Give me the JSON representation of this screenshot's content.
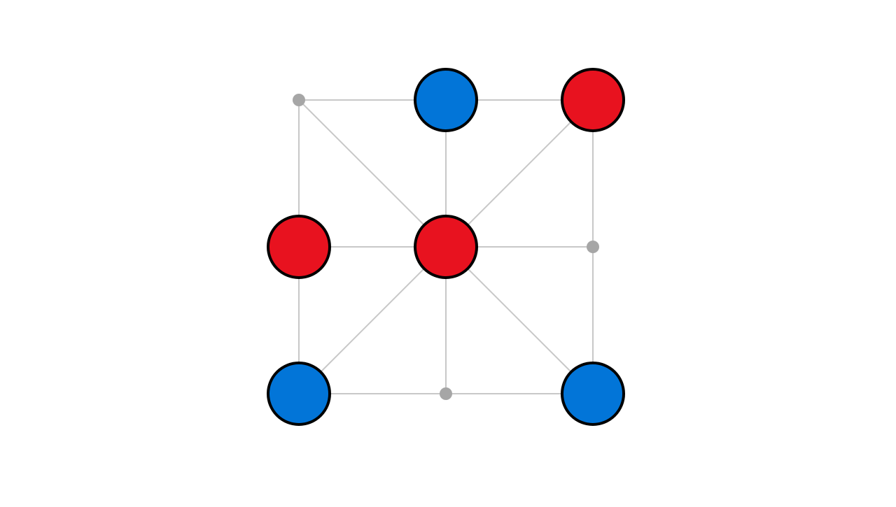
{
  "game": {
    "type": "three-by-three-line-board",
    "grid": [
      "b1",
      "b2",
      "b3"
    ],
    "board": [
      [
        "empty",
        "blue",
        "red"
      ],
      [
        "red",
        "red",
        "empty"
      ],
      [
        "blue",
        "empty",
        "blue"
      ]
    ],
    "colors": {
      "red": "#e8121f",
      "blue": "#0275d8",
      "line": "#c8c8c8",
      "empty_point": "#a6a6a6",
      "piece_outline": "#000000",
      "background": "#ffffff"
    }
  }
}
